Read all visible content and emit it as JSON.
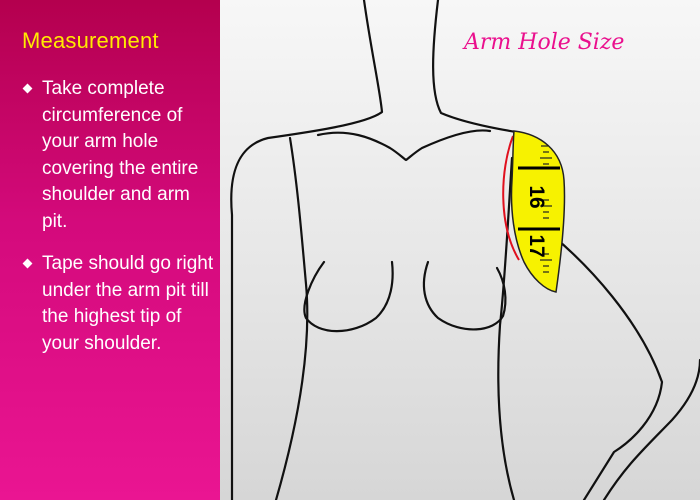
{
  "panel": {
    "heading": "Measurement",
    "bullets": [
      {
        "text": "Take complete circumference of your arm hole covering the entire shoulder and arm pit."
      },
      {
        "text": "Tape should go right under the arm pit till the highest tip of your shoulder."
      }
    ]
  },
  "illustration": {
    "title": "Arm Hole Size",
    "tape_numbers": [
      "16",
      "17"
    ],
    "colors": {
      "accent": "#ea0f8d",
      "heading": "#ffea00",
      "tape": "#f7f200",
      "measure_line": "#e0101e",
      "panel": "#c8005f"
    }
  }
}
